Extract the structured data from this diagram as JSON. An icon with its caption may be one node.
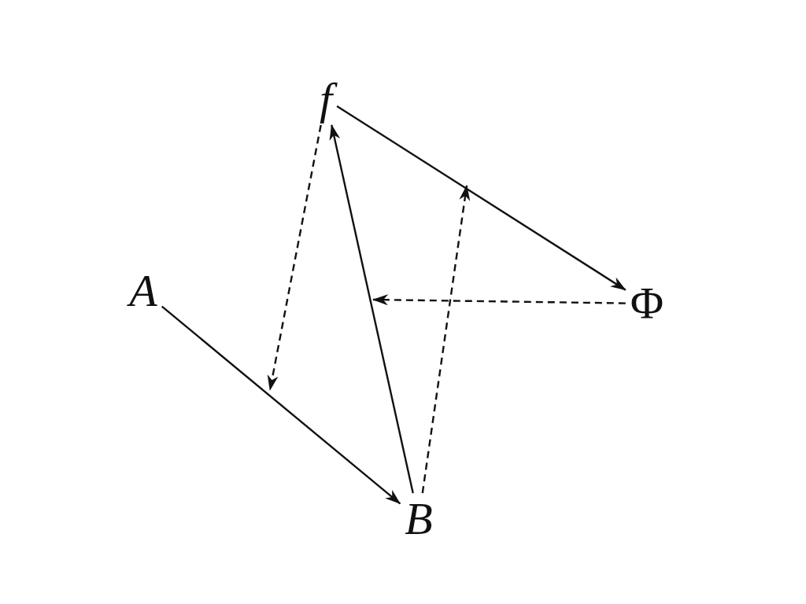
{
  "diagram": {
    "nodes": [
      {
        "text": [
          "f"
        ]
      },
      {
        "text": [
          "A"
        ]
      },
      {
        "text": [
          "Φ"
        ]
      },
      {
        "text": [
          "B"
        ]
      }
    ],
    "edges": [
      {
        "from": 1,
        "to": 3,
        "arrow": "to"
      },
      {
        "from": 3,
        "to": 0,
        "arrow": "to"
      },
      {
        "from": 0,
        "to": 2,
        "arrow": "to"
      },
      {
        "from": 0,
        "to": null,
        "arrow": "to",
        "style": "dashed"
      },
      {
        "from": 2,
        "to": null,
        "arrow": "to",
        "style": "dashed"
      },
      {
        "from": 3,
        "to": null,
        "arrow": "to",
        "style": "dashed"
      }
    ]
  }
}
